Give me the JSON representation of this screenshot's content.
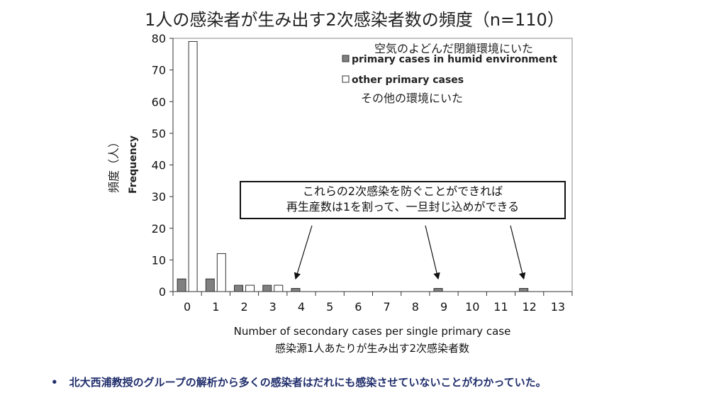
{
  "chart_data": {
    "type": "bar",
    "title": "1人の感染者が生み出す2次感染者数の頻度（n=110）",
    "categories": [
      "0",
      "1",
      "2",
      "3",
      "4",
      "5",
      "6",
      "7",
      "8",
      "9",
      "10",
      "11",
      "12",
      "13"
    ],
    "series": [
      {
        "name": "primary cases in humid environment",
        "name_ja": "空気のよどんだ閉鎖環境にいた",
        "color": "#808080",
        "values": [
          4,
          4,
          2,
          2,
          1,
          0,
          0,
          0,
          0,
          1,
          0,
          0,
          1,
          0
        ]
      },
      {
        "name": "other primary cases",
        "name_ja": "その他の環境にいた",
        "color": "#ffffff",
        "values": [
          79,
          12,
          2,
          2,
          0,
          0,
          0,
          0,
          0,
          0,
          0,
          0,
          0,
          0
        ]
      }
    ],
    "ylabel_ja": "頻度（人）",
    "ylabel": "Frequency",
    "xlabel": "Number of secondary cases per single primary case",
    "xlabel_ja": "感染源1人あたりが生み出す2次感染者数",
    "ylim": [
      0,
      80
    ],
    "yticks": [
      0,
      10,
      20,
      30,
      40,
      50,
      60,
      70,
      80
    ],
    "legend": "top-right",
    "annotation": [
      "これらの2次感染を防ぐことができれば",
      "再生産数は1を割って、一旦封じ込めができる"
    ],
    "annotation_targets": [
      "4",
      "9",
      "12"
    ]
  },
  "footer": {
    "bullet": "•",
    "text": "北大西浦教授のグループの解析から多くの感染者はだれにも感染させていないことがわかっていた。"
  }
}
